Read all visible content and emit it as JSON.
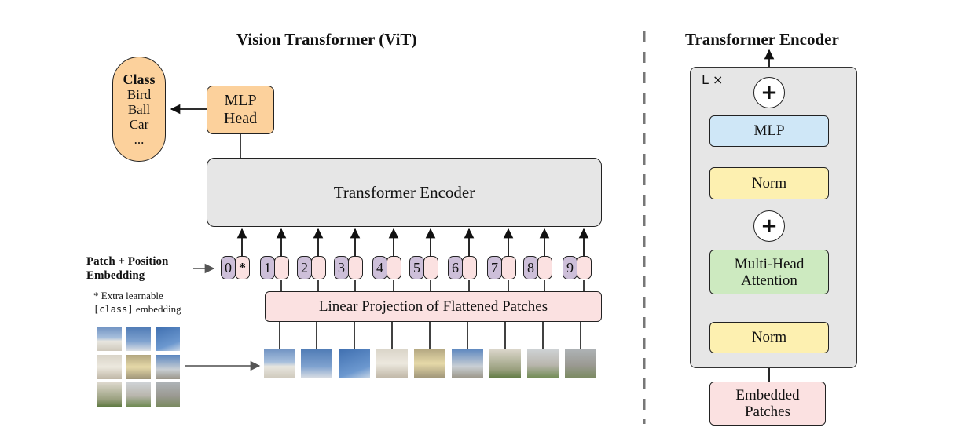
{
  "left_title": "Vision Transformer (ViT)",
  "right_title": "Transformer Encoder",
  "class_box": {
    "heading": "Class",
    "items": [
      "Bird",
      "Ball",
      "Car",
      "..."
    ]
  },
  "mlp_head": {
    "line1": "MLP",
    "line2": "Head"
  },
  "transformer_encoder_label": "Transformer Encoder",
  "linear_projection_label": "Linear Projection of Flattened Patches",
  "patch_position_label": {
    "line1": "Patch + Position",
    "line2": "Embedding"
  },
  "extra_learnable_note": {
    "line1": "* Extra learnable",
    "class_token": "[class]",
    "line2_suffix": " embedding"
  },
  "position_tokens": [
    "0",
    "1",
    "2",
    "3",
    "4",
    "5",
    "6",
    "7",
    "8",
    "9"
  ],
  "class_token_marker": "*",
  "encoder_block": {
    "repeat_label": "L ×",
    "plus": "+",
    "mlp": "MLP",
    "norm": "Norm",
    "attention_line1": "Multi-Head",
    "attention_line2": "Attention",
    "input_line1": "Embedded",
    "input_line2": "Patches"
  },
  "colors": {
    "class_box": "#fcd19c",
    "mlp_head": "#fcd19c",
    "transformer_encoder": "#e6e6e6",
    "linear_projection": "#fbe1e1",
    "position_token": "#cdbfd9",
    "patch_token": "#fbe1e1",
    "mlp": "#cfe7f7",
    "norm": "#fdf0b0",
    "attention": "#cdeac0",
    "encoder_block_bg": "#e6e6e6",
    "embedded_patches": "#fbe1e1"
  }
}
